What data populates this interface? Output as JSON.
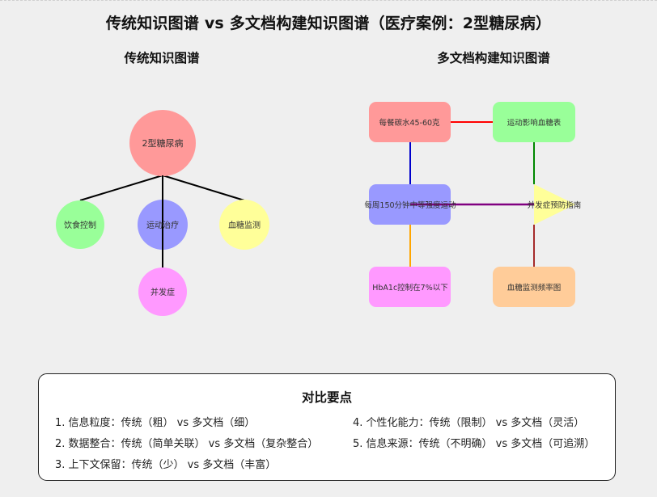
{
  "title": "传统知识图谱 vs 多文档构建知识图谱（医疗案例：2型糖尿病）",
  "left_panel": {
    "title": "传统知识图谱",
    "center_node": "2型糖尿病",
    "nodes": {
      "diet": "饮食控制",
      "exercise": "运动治疗",
      "glucose": "血糖监测",
      "complication": "并发症"
    }
  },
  "right_panel": {
    "title": "多文档构建知识图谱",
    "nodes": {
      "carbs": "每餐碳水45-60克",
      "exercise_effect": "运动影响血糖表",
      "exercise_plan": "每周150分钟中等强度运动",
      "complication_guide": "并发症预防指南",
      "hba1c": "HbA1c控制在7%以下",
      "monitor_freq": "血糖监测频率图"
    }
  },
  "summary": {
    "title": "对比要点",
    "items": [
      "1. 信息粒度：传统（粗） vs 多文档（细）",
      "2. 数据整合：传统（简单关联） vs 多文档（复杂整合）",
      "3. 上下文保留：传统（少） vs 多文档（丰富）",
      "4. 个性化能力：传统（限制） vs 多文档（灵活）",
      "5. 信息来源：传统（不明确） vs 多文档（可追溯）"
    ]
  },
  "colors": {
    "background": "#efefef",
    "center_node": "#ff9999",
    "diet_node": "#99ff99",
    "exercise_node": "#9999ff",
    "glucose_node": "#ffff99",
    "complication_node": "#ff99ff",
    "carbs_node": "#ff9999",
    "exercise_effect_node": "#99ff99",
    "exercise_plan_node": "#9999ff",
    "complication_guide_node": "#ffff99",
    "hba1c_node": "#ff99ff",
    "monitor_freq_node": "#ffcc99",
    "edge_red": "#ff0000",
    "edge_blue": "#0000cc",
    "edge_green": "#008800",
    "edge_purple": "#800080",
    "edge_orange": "#ffa500",
    "edge_brown": "#a52a2a"
  }
}
